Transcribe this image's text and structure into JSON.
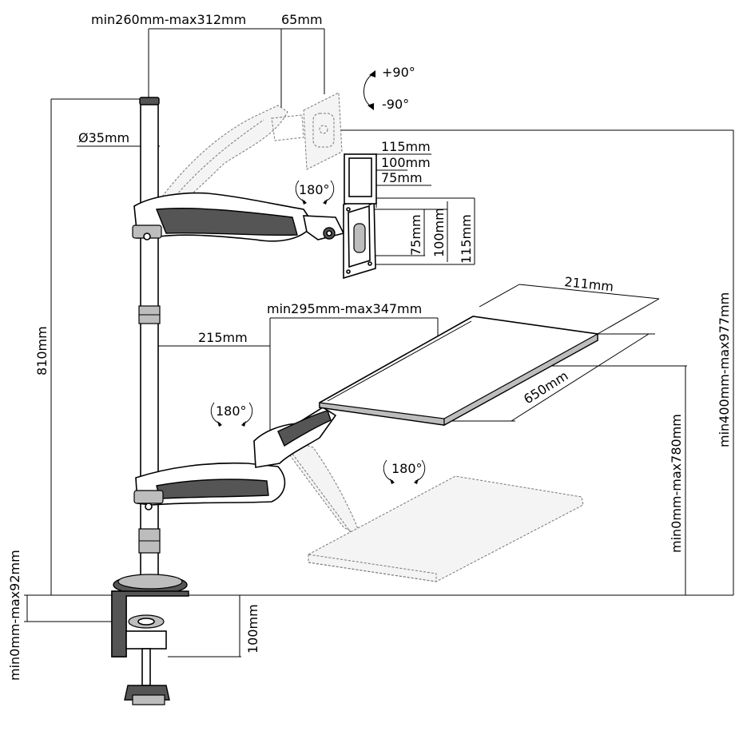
{
  "labels": {
    "top_reach": "min260mm-max312mm",
    "bracket_depth": "65mm",
    "tilt_up": "+90°",
    "tilt_down": "-90°",
    "pole_diameter": "Ø35mm",
    "vesa_115_h": "115mm",
    "vesa_100_h": "100mm",
    "vesa_75_h": "75mm",
    "vesa_75_v": "75mm",
    "vesa_100_v": "100mm",
    "vesa_115_v": "115mm",
    "rotate_monitor": "180°",
    "tray_width": "211mm",
    "lower_reach": "min295mm-max347mm",
    "lower_offset": "215mm",
    "tray_length": "650mm",
    "pole_height": "810mm",
    "overall_height": "min400mm-max977mm",
    "tray_height": "min0mm-max780mm",
    "rotate_lower_arm": "180°",
    "rotate_tray": "180°",
    "clamp_range": "min0mm-max92mm",
    "clamp_height": "100mm"
  }
}
